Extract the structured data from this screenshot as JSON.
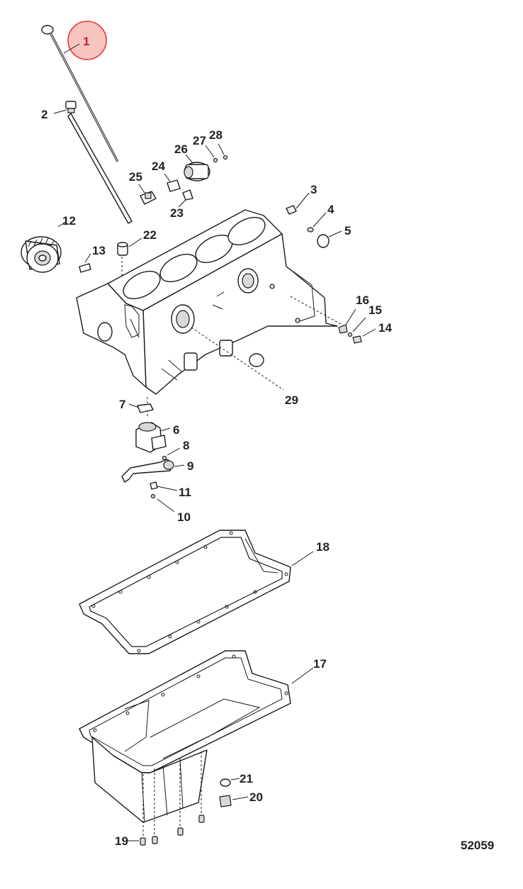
{
  "figure_number": "52059",
  "highlight": {
    "label": "1",
    "color": "#e8312f",
    "fill": "#f7c4c0"
  },
  "callouts": {
    "c1": "1",
    "c2": "2",
    "c3": "3",
    "c4": "4",
    "c5": "5",
    "c6": "6",
    "c7": "7",
    "c8": "8",
    "c9": "9",
    "c10": "10",
    "c11": "11",
    "c12": "12",
    "c13": "13",
    "c14": "14",
    "c15": "15",
    "c16": "16",
    "c17": "17",
    "c18": "18",
    "c19": "19",
    "c20": "20",
    "c21": "21",
    "c22": "22",
    "c23": "23",
    "c24": "24",
    "c25": "25",
    "c26": "26",
    "c27": "27",
    "c28": "28",
    "c29": "29"
  }
}
